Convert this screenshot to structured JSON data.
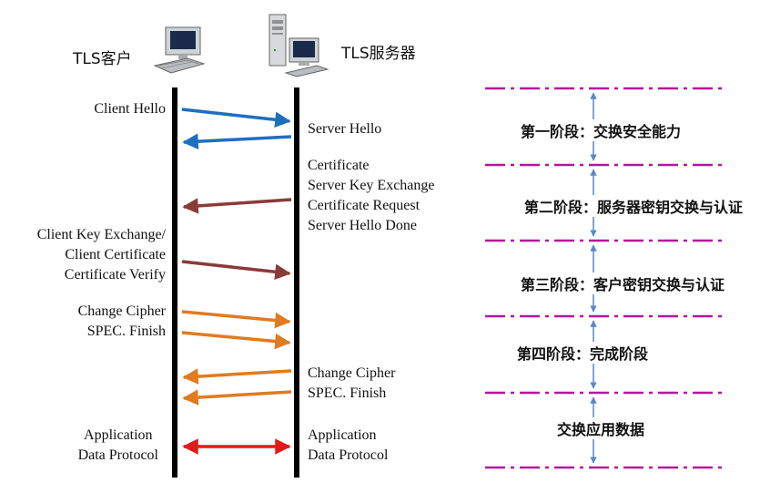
{
  "parties": {
    "client": "TLS客户",
    "server": "TLS服务器"
  },
  "icons": {
    "client": "desktop-computer-icon",
    "server": "server-tower-icon"
  },
  "colors": {
    "blue": "#1f6fbf",
    "darkred": "#8b3a3a",
    "orange": "#e07b22",
    "red": "#e11b1b",
    "divider": "#b5179e",
    "phase_arrow": "#5b87c5"
  },
  "client_labels": [
    [
      "Client Hello"
    ],
    [
      "Client Key Exchange/",
      "Client Certificate",
      "Certificate Verify"
    ],
    [
      "Change Cipher",
      "SPEC. Finish"
    ],
    [
      "Application",
      "Data Protocol"
    ]
  ],
  "server_labels": [
    [
      "Server Hello"
    ],
    [
      "Certificate",
      "Server Key Exchange",
      "Certificate Request",
      "Server Hello Done"
    ],
    [
      "Change Cipher",
      "SPEC. Finish"
    ],
    [
      "Application",
      "Data Protocol"
    ]
  ],
  "phases": [
    "第一阶段：交换安全能力",
    "第二阶段：服务器密钥交换与认证",
    "第三阶段：客户密钥交换与认证",
    "第四阶段：完成阶段",
    "交换应用数据"
  ]
}
